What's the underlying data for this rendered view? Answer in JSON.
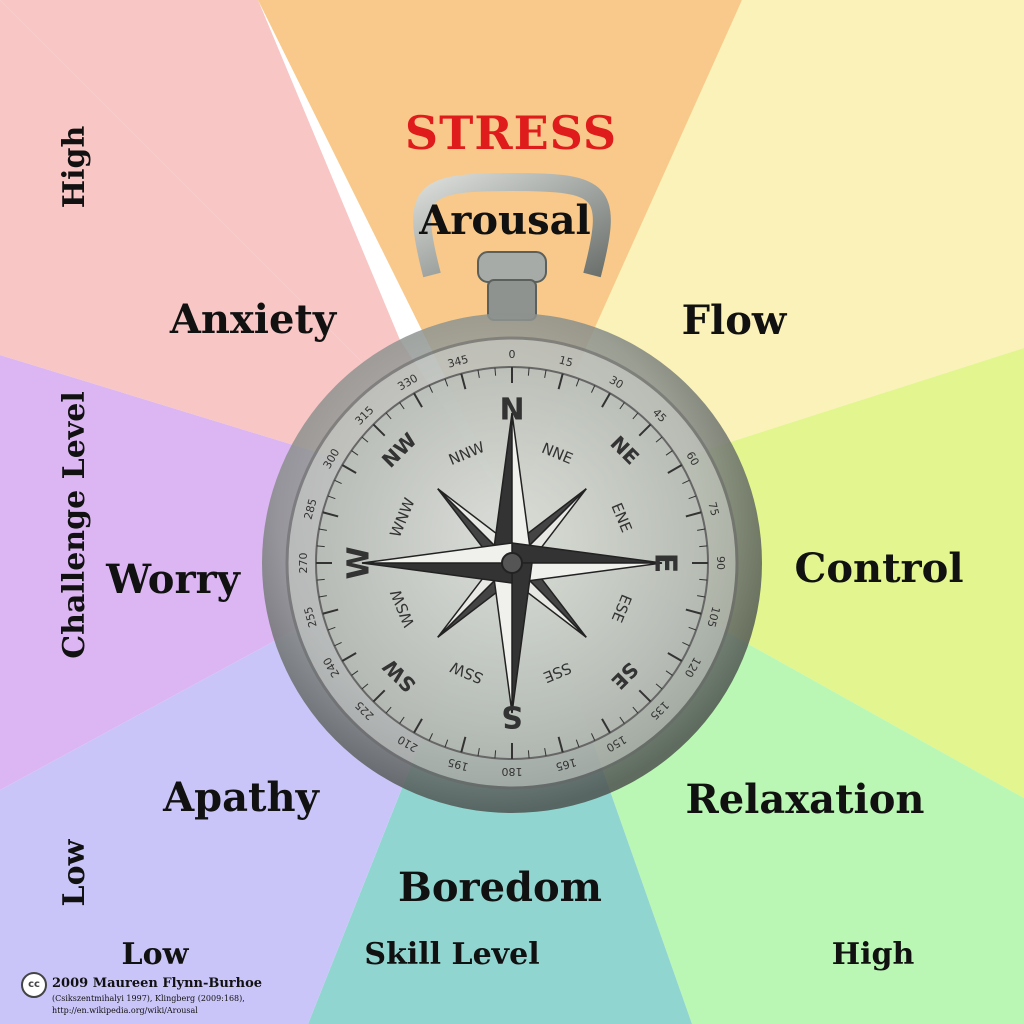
{
  "title": "STRESS",
  "states": {
    "arousal": "Arousal",
    "flow": "Flow",
    "control": "Control",
    "relaxation": "Relaxation",
    "boredom": "Boredom",
    "apathy": "Apathy",
    "worry": "Worry",
    "anxiety": "Anxiety"
  },
  "axes": {
    "y_label": "Challenge Level",
    "y_high": "High",
    "y_low": "Low",
    "x_label": "Skill Level",
    "x_low": "Low",
    "x_high": "High"
  },
  "colors": {
    "arousal": "#f8c98a",
    "flow": "#faf2b8",
    "control": "#e2f58e",
    "relaxation": "#bbf7b4",
    "boredom": "#91d5d0",
    "apathy": "#cac5f8",
    "worry": "#dcb6f2",
    "anxiety": "#f7c6c5",
    "stress_text": "#e01b1b"
  },
  "compass": {
    "cardinals": [
      "N",
      "E",
      "S",
      "W"
    ],
    "intercardinals": [
      "NE",
      "SE",
      "SW",
      "NW"
    ],
    "secondary": [
      "NNE",
      "ENE",
      "ESE",
      "SSE",
      "SSW",
      "WSW",
      "WNW",
      "NNW"
    ],
    "degrees": [
      "0",
      "15",
      "30",
      "45",
      "60",
      "75",
      "90",
      "105",
      "120",
      "135",
      "150",
      "165",
      "180",
      "195",
      "210",
      "225",
      "240",
      "255",
      "270",
      "285",
      "300",
      "315",
      "330",
      "345"
    ]
  },
  "credit": {
    "icon": "cc-icon",
    "author": "2009 Maureen Flynn-Burhoe",
    "sources": "(Csikszentmihalyi 1997), Klingberg (2009:168),",
    "url": "http://en.wikipedia.org/wiki/Arousal"
  }
}
